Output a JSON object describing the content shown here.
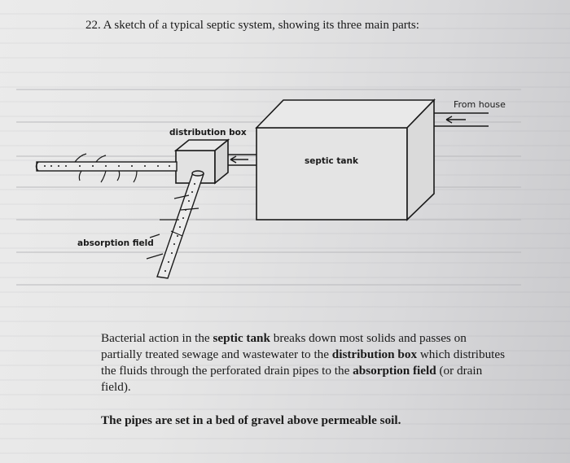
{
  "question": {
    "text": "22. A sketch of a typical septic system, showing its three main parts:"
  },
  "diagram_labels": {
    "from_house": "From house",
    "distribution_box": "distribution box",
    "septic_tank": "septic tank",
    "absorption_field": "absorption field"
  },
  "paragraph": {
    "part1": "Bacterial action in the ",
    "septic_tank": "septic tank",
    "part2": " breaks down most solids and passes on partially treated sewage and wastewater to the ",
    "distribution_box": "distribution box",
    "part3": " which distributes the fluids through the perforated drain pipes to the ",
    "absorption_field": "absorption field",
    "part4": " (or drain field)."
  },
  "note": {
    "text": "The pipes are set in a bed of gravel above permeable soil."
  }
}
